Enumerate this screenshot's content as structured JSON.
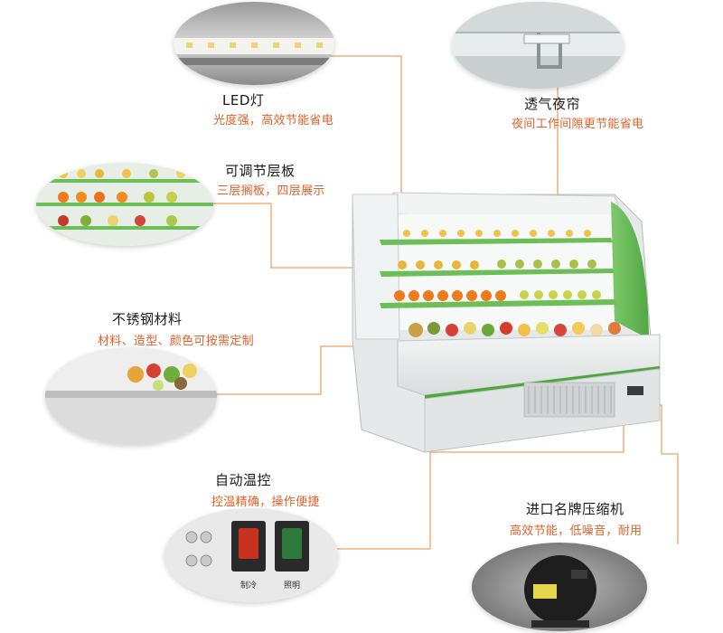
{
  "colors": {
    "accent": "#e0612a",
    "leader_line": "#f0a064",
    "title_text": "#1a1a1a",
    "cabinet_green": "#5cb85c"
  },
  "features": {
    "led_light": {
      "title": "LED灯",
      "desc": "光度强，高效节能省电",
      "icon": "led-strip"
    },
    "air_curtain": {
      "title": "透气夜帘",
      "desc": "夜间工作间隙更节能省电",
      "icon": "night-curtain"
    },
    "shelves": {
      "title": "可调节层板",
      "desc": "三层搁板，四层展示",
      "icon": "adjustable-shelves"
    },
    "stainless": {
      "title": "不锈钢材料",
      "desc": "材料、造型、颜色可按需定制",
      "icon": "stainless-steel"
    },
    "temp_control": {
      "title": "自动温控",
      "desc": "控温精确，操作便捷",
      "icon": "control-panel",
      "switch_labels": [
        "制冷",
        "照明"
      ]
    },
    "compressor": {
      "title": "进口名牌压缩机",
      "desc": "高效节能，低噪音，耐用",
      "icon": "compressor"
    }
  }
}
